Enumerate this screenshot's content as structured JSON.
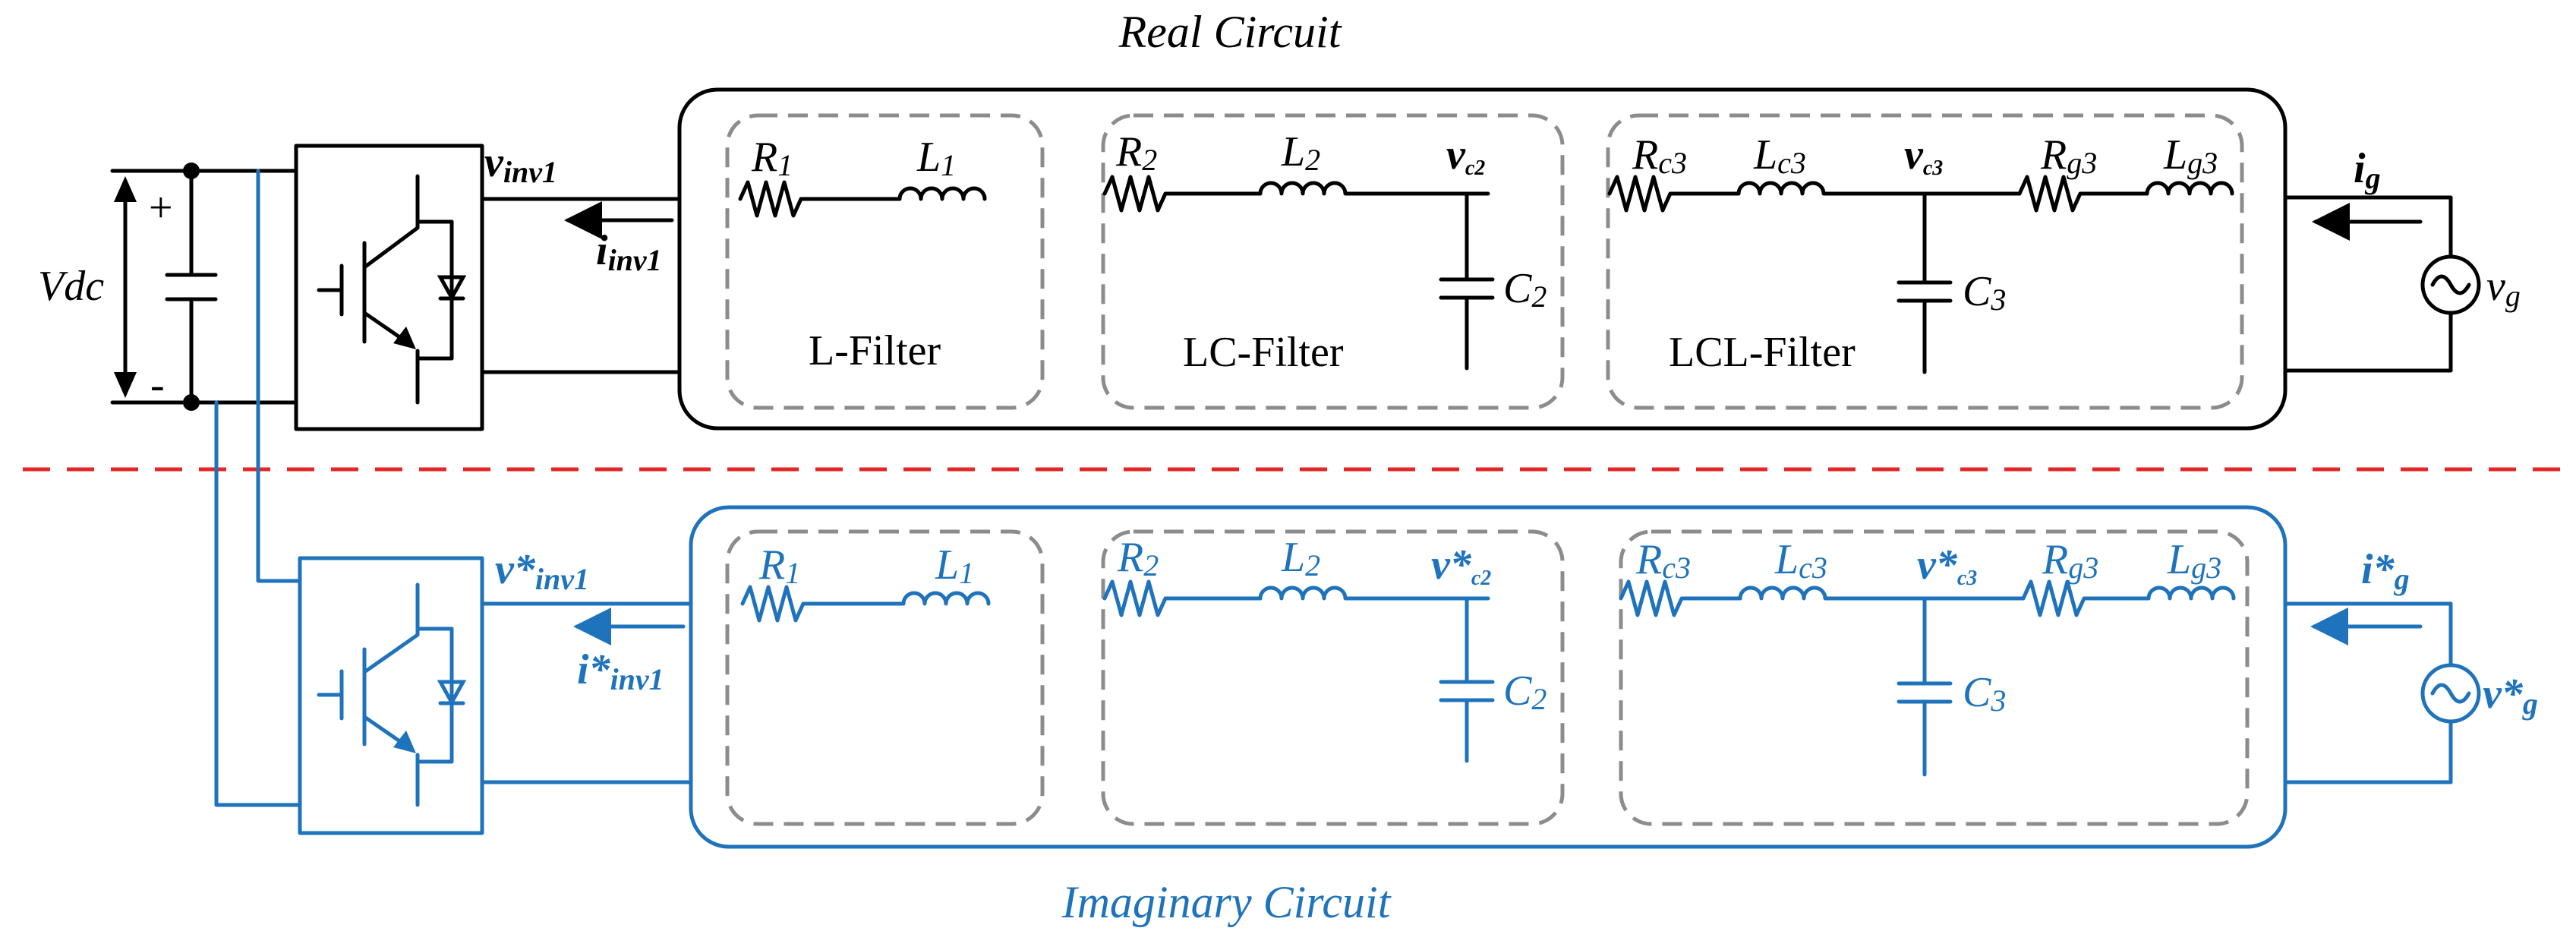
{
  "titles": {
    "real": "Real Circuit",
    "imaginary": "Imaginary Circuit"
  },
  "labels": {
    "vdc": "Vdc",
    "plus": "+",
    "minus": "-",
    "filter_l": "L-Filter",
    "filter_lc": "LC-Filter",
    "filter_lcl": "LCL-Filter"
  },
  "real": {
    "v_inv": {
      "main": "v",
      "sub": "inv1"
    },
    "i_inv": {
      "main": "i",
      "sub": "inv1"
    },
    "r1": {
      "main": "R",
      "sub": "1"
    },
    "l1": {
      "main": "L",
      "sub": "1"
    },
    "r2": {
      "main": "R",
      "sub": "2"
    },
    "l2": {
      "main": "L",
      "sub": "2"
    },
    "vc2": {
      "main": "v",
      "sub": "c2"
    },
    "c2": {
      "main": "C",
      "sub": "2"
    },
    "rc3": {
      "main": "R",
      "sub": "c3"
    },
    "lc3": {
      "main": "L",
      "sub": "c3"
    },
    "vc3": {
      "main": "v",
      "sub": "c3"
    },
    "rg3": {
      "main": "R",
      "sub": "g3"
    },
    "lg3": {
      "main": "L",
      "sub": "g3"
    },
    "c3": {
      "main": "C",
      "sub": "3"
    },
    "ig": {
      "main": "i",
      "sub": "g"
    },
    "vg": {
      "main": "v",
      "sub": "g"
    }
  },
  "imag": {
    "v_inv": {
      "main": "v*",
      "sub": "inv1"
    },
    "i_inv": {
      "main": "i*",
      "sub": "inv1"
    },
    "r1": {
      "main": "R",
      "sub": "1"
    },
    "l1": {
      "main": "L",
      "sub": "1"
    },
    "r2": {
      "main": "R",
      "sub": "2"
    },
    "l2": {
      "main": "L",
      "sub": "2"
    },
    "vc2": {
      "main": "v*",
      "sub": "c2"
    },
    "c2": {
      "main": "C",
      "sub": "2"
    },
    "rc3": {
      "main": "R",
      "sub": "c3"
    },
    "lc3": {
      "main": "L",
      "sub": "c3"
    },
    "vc3": {
      "main": "v*",
      "sub": "c3"
    },
    "rg3": {
      "main": "R",
      "sub": "g3"
    },
    "lg3": {
      "main": "L",
      "sub": "g3"
    },
    "c3": {
      "main": "C",
      "sub": "3"
    },
    "ig": {
      "main": "i*",
      "sub": "g"
    },
    "vg": {
      "main": "v*",
      "sub": "g"
    }
  },
  "colors": {
    "real": "#000000",
    "imaginary": "#1f73bc",
    "separator": "#e32626",
    "filter_box": "#8c8c8c"
  }
}
